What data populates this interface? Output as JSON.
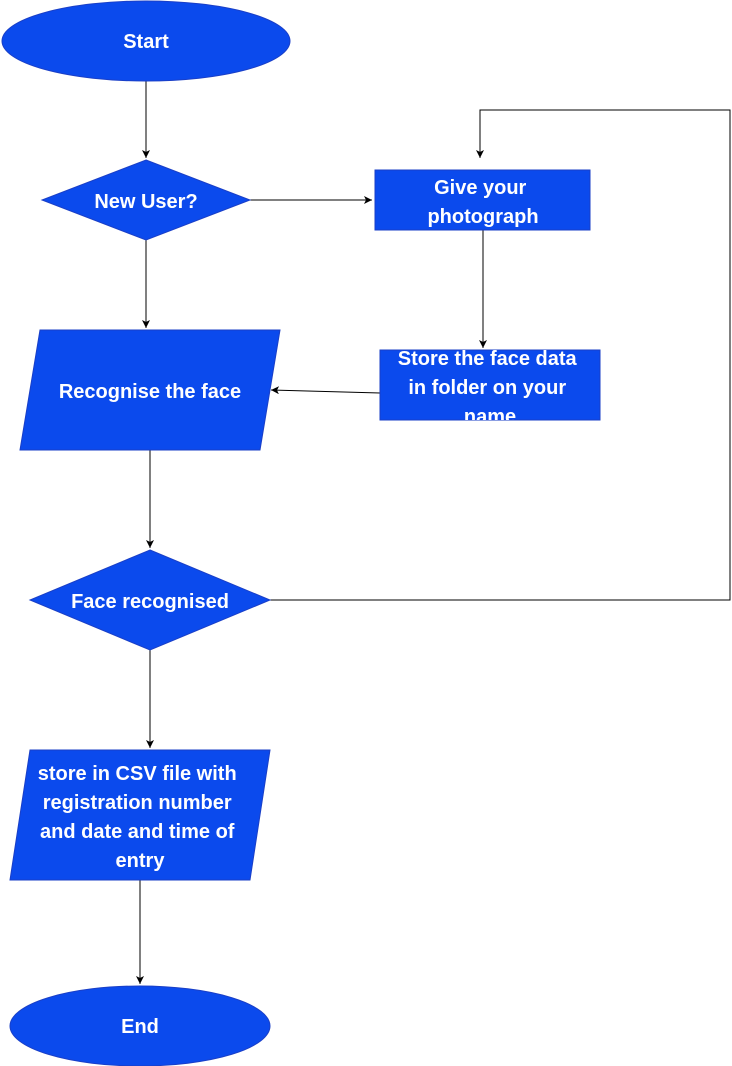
{
  "colors": {
    "node_fill": "#0b4aed",
    "node_text": "#ffffff",
    "edge": "#000000"
  },
  "nodes": {
    "start": {
      "label": "Start",
      "shape": "ellipse"
    },
    "new_user": {
      "label": "New User?",
      "shape": "diamond"
    },
    "give_photo": {
      "lines": [
        "Give your",
        "photograph"
      ],
      "shape": "rectangle"
    },
    "store_face": {
      "lines": [
        "Store the face data",
        "in folder on your",
        "name"
      ],
      "shape": "rectangle"
    },
    "recognise": {
      "label": "Recognise the face",
      "shape": "parallelogram"
    },
    "face_recognised": {
      "label": "Face recognised",
      "shape": "diamond"
    },
    "store_csv": {
      "lines": [
        "store in CSV file with",
        "registration number",
        "and date and time of",
        "entry"
      ],
      "shape": "parallelogram"
    },
    "end": {
      "label": "End",
      "shape": "ellipse"
    }
  },
  "edges": [
    {
      "from": "start",
      "to": "new_user"
    },
    {
      "from": "new_user",
      "to": "give_photo"
    },
    {
      "from": "new_user",
      "to": "recognise"
    },
    {
      "from": "give_photo",
      "to": "store_face"
    },
    {
      "from": "store_face",
      "to": "recognise"
    },
    {
      "from": "recognise",
      "to": "face_recognised"
    },
    {
      "from": "face_recognised",
      "to": "give_photo"
    },
    {
      "from": "face_recognised",
      "to": "store_csv"
    },
    {
      "from": "store_csv",
      "to": "end"
    }
  ]
}
